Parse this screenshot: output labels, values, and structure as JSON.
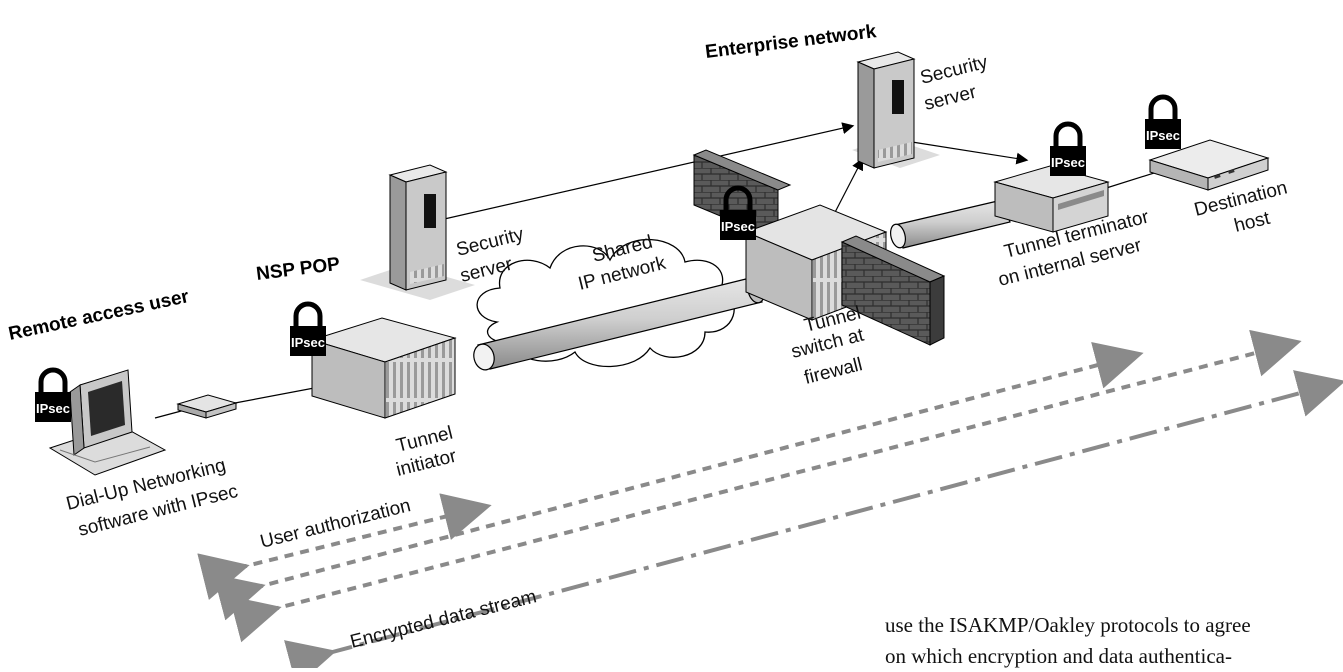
{
  "labels": {
    "enterprise_network": "Enterprise network",
    "nsp_pop": "NSP POP",
    "remote_access_user": "Remote access user",
    "security_server_1_a": "Security",
    "security_server_1_b": "server",
    "security_server_2_a": "Security",
    "security_server_2_b": "server",
    "shared_ip_1": "Shared",
    "shared_ip_2": "IP network",
    "tunnel_initiator_1": "Tunnel",
    "tunnel_initiator_2": "initiator",
    "tunnel_switch_1": "Tunnel",
    "tunnel_switch_2": "switch at",
    "tunnel_switch_3": "firewall",
    "tunnel_terminator_1": "Tunnel terminator",
    "tunnel_terminator_2": "on internal server",
    "destination_1": "Destination",
    "destination_2": "host",
    "dialup_1": "Dial-Up Networking",
    "dialup_2": "software with IPsec",
    "user_authorization": "User authorization",
    "encrypted_stream": "Encrypted data stream"
  },
  "lock_badge": "IPsec",
  "body_text": {
    "line1": "use the ISAKMP/Oakley protocols to agree",
    "line2": "on which encryption and data authentica-"
  }
}
